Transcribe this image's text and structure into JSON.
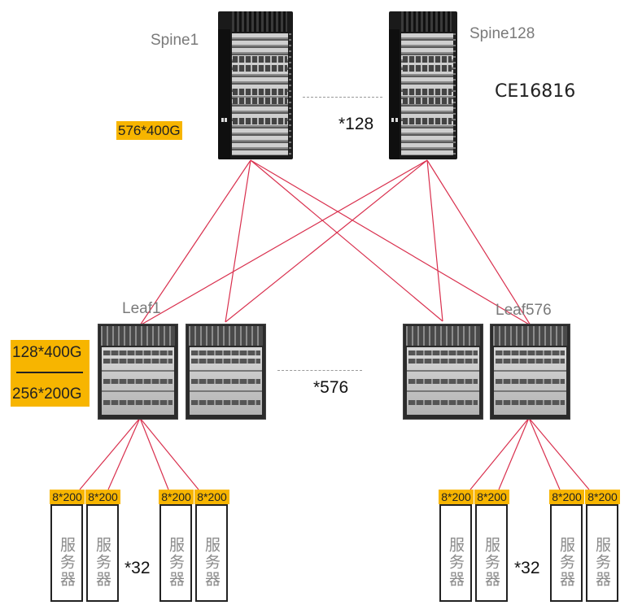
{
  "diagram": {
    "type": "spine-leaf network topology",
    "colors": {
      "link": "#d9304e",
      "badge": "#f7b500",
      "label": "#7a7a7a",
      "dashed": "#9a9a9a"
    },
    "spine_layer": {
      "nodes": [
        {
          "id": "spine1",
          "label": "Spine1"
        },
        {
          "id": "spine128",
          "label": "Spine128"
        }
      ],
      "model": "CE16816",
      "count_label": "*128",
      "port_badge": "576*400G"
    },
    "leaf_layer": {
      "nodes": [
        {
          "id": "leaf1",
          "label": "Leaf1"
        },
        {
          "id": "leaf576",
          "label": "Leaf576"
        }
      ],
      "count_label": "*576",
      "port_badge_top": "128*400G",
      "port_badge_bottom": "256*200G"
    },
    "server_layer": {
      "groups": [
        {
          "id": "left",
          "count_label": "*32",
          "servers": [
            {
              "badge": "8*200",
              "label": "服务器"
            },
            {
              "badge": "8*200",
              "label": "服务器"
            },
            {
              "badge": "8*200",
              "label": "服务器"
            },
            {
              "badge": "8*200",
              "label": "服务器"
            }
          ]
        },
        {
          "id": "right",
          "count_label": "*32",
          "servers": [
            {
              "badge": "8*200",
              "label": "服务器"
            },
            {
              "badge": "8*200",
              "label": "服务器"
            },
            {
              "badge": "8*200",
              "label": "服务器"
            },
            {
              "badge": "8*200",
              "label": "服务器"
            }
          ]
        }
      ]
    },
    "links": {
      "spine_to_leaf": [
        [
          "spine1",
          "leaf-1a"
        ],
        [
          "spine1",
          "leaf-1b"
        ],
        [
          "spine1",
          "leaf-576a"
        ],
        [
          "spine1",
          "leaf-576b"
        ],
        [
          "spine128",
          "leaf-1a"
        ],
        [
          "spine128",
          "leaf-1b"
        ],
        [
          "spine128",
          "leaf-576a"
        ],
        [
          "spine128",
          "leaf-576b"
        ]
      ],
      "leaf_to_server": [
        [
          "leaf-1a",
          "server-left-0"
        ],
        [
          "leaf-1a",
          "server-left-1"
        ],
        [
          "leaf-1a",
          "server-left-2"
        ],
        [
          "leaf-1a",
          "server-left-3"
        ],
        [
          "leaf-576b",
          "server-right-0"
        ],
        [
          "leaf-576b",
          "server-right-1"
        ],
        [
          "leaf-576b",
          "server-right-2"
        ],
        [
          "leaf-576b",
          "server-right-3"
        ]
      ]
    }
  }
}
